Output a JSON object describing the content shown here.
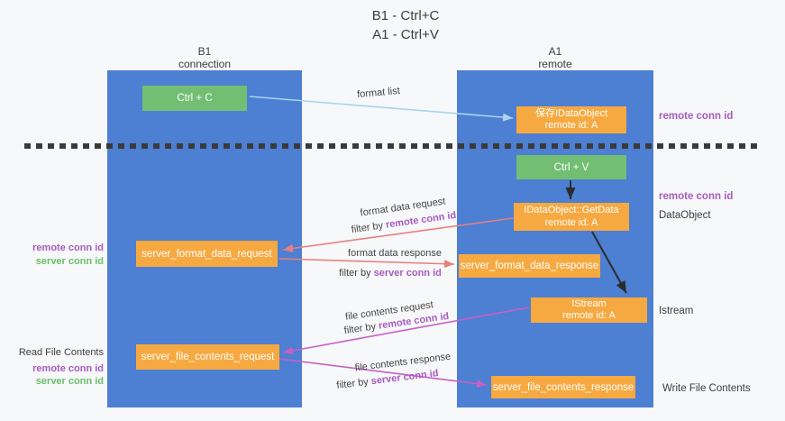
{
  "title": {
    "line1": "B1 - Ctrl+C",
    "line2": "A1 - Ctrl+V"
  },
  "columns": {
    "b1": {
      "name": "B1",
      "subtitle": "connection"
    },
    "a1": {
      "name": "A1",
      "subtitle": "remote"
    }
  },
  "nodes": {
    "ctrl_c": {
      "label": "Ctrl + C"
    },
    "ctrl_v": {
      "label": "Ctrl + V"
    },
    "save_dataobject": {
      "line1": "保存IDataObject",
      "line2": "remote id: A"
    },
    "getdata": {
      "line1": "IDataObject::GetData",
      "line2": "remote id: A"
    },
    "istream": {
      "line1": "IStream",
      "line2": "remote id: A"
    },
    "format_request": {
      "label": "server_format_data_request"
    },
    "format_response": {
      "label": "server_format_data_response"
    },
    "file_request": {
      "label": "server_file_contents_request"
    },
    "file_response": {
      "label": "server_file_contents_response"
    }
  },
  "flow_labels": {
    "format_list": "format list",
    "format_data_request": "format data request",
    "format_data_response": "format data response",
    "file_contents_request": "file contents request",
    "file_contents_response": "file contents response",
    "filter_by": "filter by",
    "remote_conn_id": "remote conn id",
    "server_conn_id": "server conn id"
  },
  "side_labels": {
    "remote_conn_id": "remote conn id",
    "server_conn_id": "server conn id",
    "dataobject": "DataObject",
    "istream": "Istream",
    "read_file_contents": "Read File Contents",
    "write_file_contents": "Write File Contents"
  },
  "colors": {
    "background": "#f7f8f9",
    "lane_blue": "#4d7fd2",
    "node_green": "#72bf74",
    "node_orange": "#f7a941",
    "arrow_light_blue": "#a8d4f0",
    "arrow_salmon": "#e88080",
    "arrow_magenta": "#c75fc7",
    "arrow_black": "#2b2b2b",
    "text_purple": "#a65cc0",
    "text_green": "#6abf6a",
    "divider": "#3a3a3a"
  }
}
